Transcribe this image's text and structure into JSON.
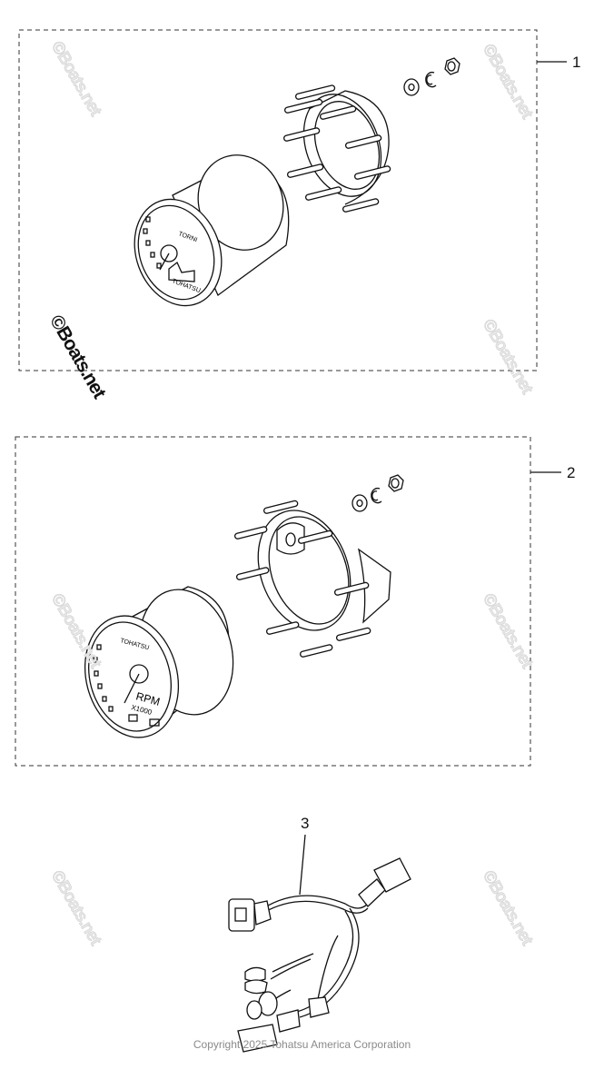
{
  "callouts": {
    "part1": "1",
    "part2": "2",
    "part3": "3"
  },
  "watermark": {
    "text": "©Boats.net"
  },
  "gauge1": {
    "brand_top": "TORNI",
    "brand_bottom": "TOHATSU"
  },
  "gauge2": {
    "brand": "TOHATSU",
    "unit": "RPM",
    "multiplier": "X1000"
  },
  "footer": {
    "copyright": "Copyright 2025 Tohatsu America Corporation"
  }
}
